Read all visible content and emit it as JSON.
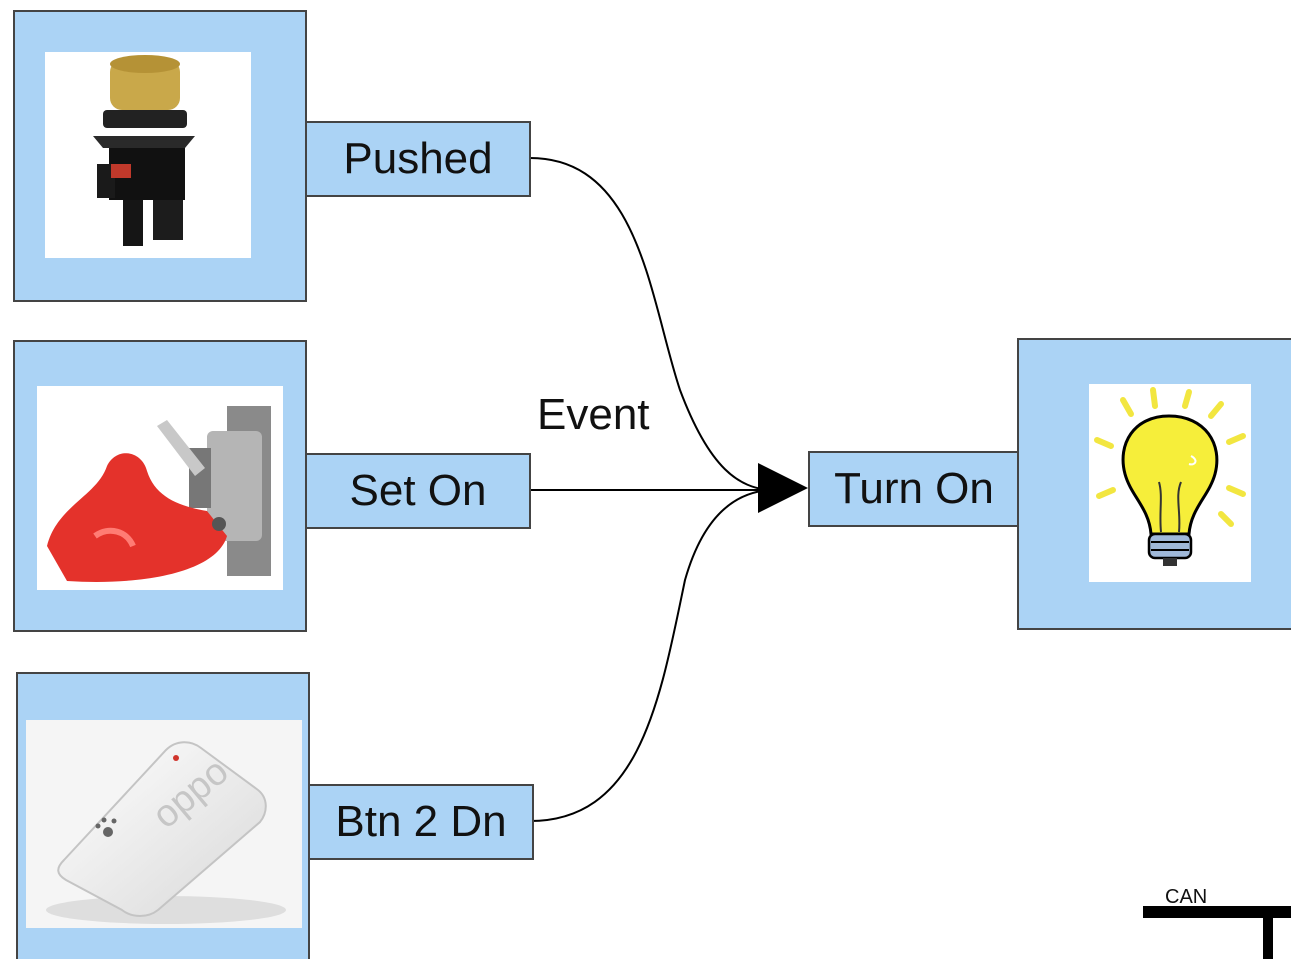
{
  "nodes": {
    "pushbutton": {
      "icon": "pushbutton-switch-icon",
      "port_label": "Pushed"
    },
    "toggle_switch": {
      "icon": "toggle-switch-icon",
      "port_label": "Set On"
    },
    "remote": {
      "icon": "remote-controller-icon",
      "port_label": "Btn 2 Dn"
    },
    "light": {
      "icon": "light-bulb-icon",
      "port_label": "Turn On"
    }
  },
  "labels": {
    "event": "Event",
    "bus": "CAN"
  },
  "colors": {
    "node_fill": "#abd3f5",
    "node_border": "#444444",
    "wire": "#000000",
    "background": "#ffffff"
  }
}
